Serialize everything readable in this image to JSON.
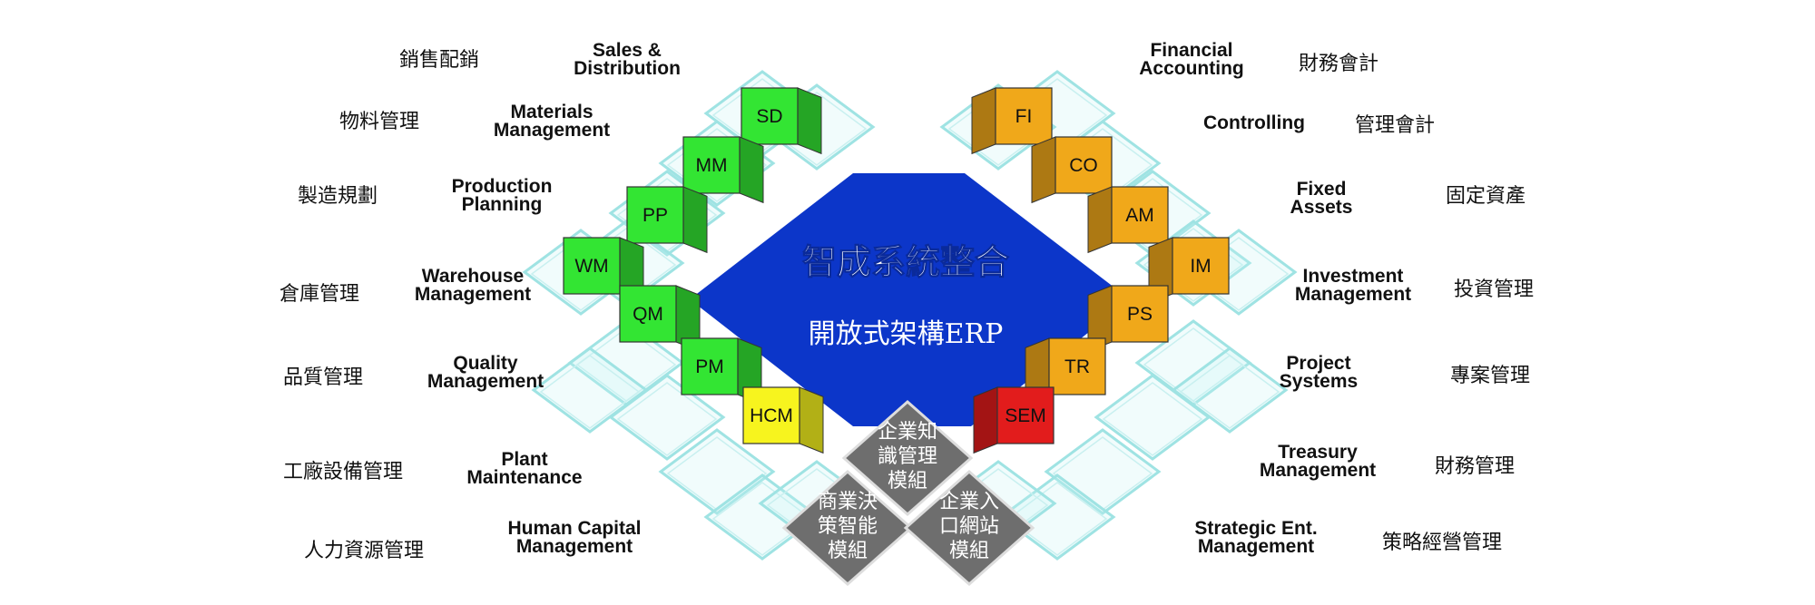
{
  "center": {
    "title": "智成系統整合",
    "subtitle": "開放式架構ERP"
  },
  "colors": {
    "center_blue": "#0c36c9",
    "logistics_green": "#33e533",
    "finance_orange": "#f0a81a",
    "hcm_yellow": "#f7f41e",
    "sem_red": "#e21c1c",
    "portal_grey": "#6e6e6e",
    "frame_cyan": "#9fe3e3"
  },
  "modules_left": [
    {
      "code": "SD",
      "en": [
        "Sales &",
        "Distribution"
      ],
      "zh": "銷售配銷"
    },
    {
      "code": "MM",
      "en": [
        "Materials",
        "Management"
      ],
      "zh": "物料管理"
    },
    {
      "code": "PP",
      "en": [
        "Production",
        "Planning"
      ],
      "zh": "製造規劃"
    },
    {
      "code": "WM",
      "en": [
        "Warehouse",
        "Management"
      ],
      "zh": "倉庫管理"
    },
    {
      "code": "QM",
      "en": [
        "Quality",
        "Management"
      ],
      "zh": "品質管理"
    },
    {
      "code": "PM",
      "en": [
        "Plant",
        "Maintenance"
      ],
      "zh": "工廠設備管理"
    },
    {
      "code": "HCM",
      "en": [
        "Human Capital",
        "Management"
      ],
      "zh": "人力資源管理"
    }
  ],
  "modules_right": [
    {
      "code": "FI",
      "en": [
        "Financial",
        "Accounting"
      ],
      "zh": "財務會計"
    },
    {
      "code": "CO",
      "en": [
        "Controlling"
      ],
      "zh": "管理會計"
    },
    {
      "code": "AM",
      "en": [
        "Fixed",
        "Assets"
      ],
      "zh": "固定資產"
    },
    {
      "code": "IM",
      "en": [
        "Investment",
        "Management"
      ],
      "zh": "投資管理"
    },
    {
      "code": "PS",
      "en": [
        "Project",
        "Systems"
      ],
      "zh": "專案管理"
    },
    {
      "code": "TR",
      "en": [
        "Treasury",
        "Management"
      ],
      "zh": "財務管理"
    },
    {
      "code": "SEM",
      "en": [
        "Strategic Ent.",
        "Management"
      ],
      "zh": "策略經營管理"
    }
  ],
  "extra_modules": [
    {
      "lines": [
        "企業知",
        "識管理",
        "模組"
      ]
    },
    {
      "lines": [
        "商業決",
        "策智能",
        "模組"
      ]
    },
    {
      "lines": [
        "企業入",
        "口網站",
        "模組"
      ]
    }
  ]
}
